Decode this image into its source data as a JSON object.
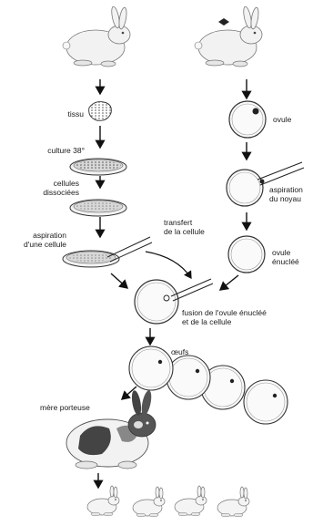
{
  "labels": {
    "tissu": "tissu",
    "culture": "culture 38°",
    "cellules": "cellules\ndissociées",
    "aspiration_cellule": "aspiration\nd'une cellule",
    "transfert": "transfert\nde la cellule",
    "ovule": "ovule",
    "aspiration_noyau": "aspiration\ndu noyau",
    "ovule_enucle": "ovule\nénucléé",
    "fusion": "fusion de l'ovule énucléé\net de la cellule",
    "oeufs": "œufs",
    "mere": "mère porteuse"
  }
}
